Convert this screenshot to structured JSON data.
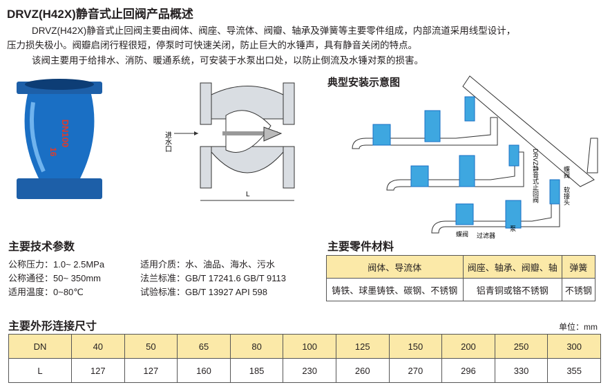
{
  "title": "DRVZ(H42X)静音式止回阀产品概述",
  "intro": [
    "DRVZ(H42X)静音式止回阀主要由阀体、阀座、导流体、阀瓣、轴承及弹簧等主要零件组成，内部流道采用线型设计，",
    "压力损失极小。阀瓣启闭行程很短，停泵时可快速关闭，防止巨大的水锤声，具有静音关闭的特点。",
    "该阀主要用于给排水、消防、暖通系统，可安装于水泵出口处，以防止倒流及水锤对泵的损害。"
  ],
  "product_photo": {
    "marking_top": "DN100",
    "marking_bottom": "16"
  },
  "section_drawing": {
    "inlet_label": "进水口",
    "length_label": "L"
  },
  "install": {
    "title": "典型安装示意图",
    "labels": {
      "valve_name": "DRVZ静音式止回阀",
      "butterfly": "蝶阀",
      "flex_joint": "软接头",
      "butterfly_bottom": "蝶阀",
      "filter": "过滤器",
      "pump": "泵"
    }
  },
  "tech": {
    "title": "主要技术参数",
    "left": [
      "公称压力：1.0~ 2.5MPa",
      "公称通径：50~ 350mm",
      "适用温度：0~80℃"
    ],
    "right": [
      "适用介质：水、油品、海水、污水",
      "法兰标准：GB/T 17241.6  GB/T 9113",
      "试验标准：GB/T 13927  API 598"
    ]
  },
  "materials": {
    "title": "主要零件材料",
    "headers": [
      "阀体、导流体",
      "阀座、轴承、阀瓣、轴",
      "弹簧"
    ],
    "values": [
      "铸铁、球墨铸铁、碳钢、不锈钢",
      "铝青铜或铬不锈钢",
      "不锈钢"
    ]
  },
  "dimensions": {
    "title": "主要外形连接尺寸",
    "unit": "单位：mm",
    "dn_label": "DN",
    "l_label": "L",
    "dn": [
      "40",
      "50",
      "65",
      "80",
      "100",
      "125",
      "150",
      "200",
      "250",
      "300"
    ],
    "l": [
      "127",
      "127",
      "160",
      "185",
      "230",
      "260",
      "270",
      "296",
      "330",
      "355"
    ]
  },
  "colors": {
    "valve_blue": "#1a6fc4",
    "pipe_blue": "#3ea7e0",
    "header_fill": "#fbe9a8"
  }
}
